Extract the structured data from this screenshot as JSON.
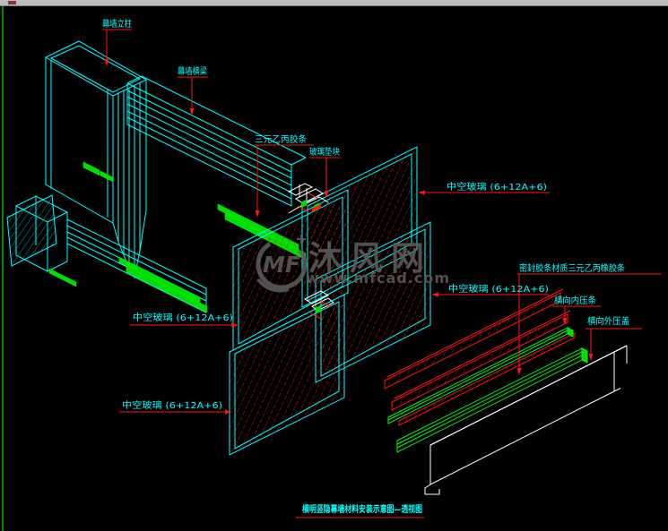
{
  "window": {
    "top_bar_color": "#bdbdbd"
  },
  "palette": {
    "background": "#000000",
    "structure_cyan": "#00ffff",
    "annotation_red": "#ff1414",
    "gasket_green": "#00e400",
    "profile_white": "#ffffff",
    "watermark_gray": "#5c5c5c"
  },
  "labels": {
    "mullion": "幕墙立柱",
    "transom": "幕墙横梁",
    "epdm_gasket": "三元乙丙胶条",
    "glass_setting_block": "玻璃垫块",
    "insulated_glass_top_right": "中空玻璃 (6+12A+6)",
    "sealant_note": "密封胶条材质三元乙丙橡胶条",
    "insulated_glass_mid_right": "中空玻璃 (6+12A+6)",
    "inner_pressure_strip": "横向内压条",
    "outer_pressure_cover": "横向外压盖",
    "insulated_glass_mid_left": "中空玻璃 (6+12A+6)",
    "insulated_glass_bottom_left": "中空玻璃 (6+12A+6)"
  },
  "title": {
    "text": "横明竖隐幕墙材料安装示意图—透视图"
  },
  "watermark": {
    "logo_text": "MF",
    "site_name": "沐风网",
    "site_url": "www.mfcad.com"
  }
}
